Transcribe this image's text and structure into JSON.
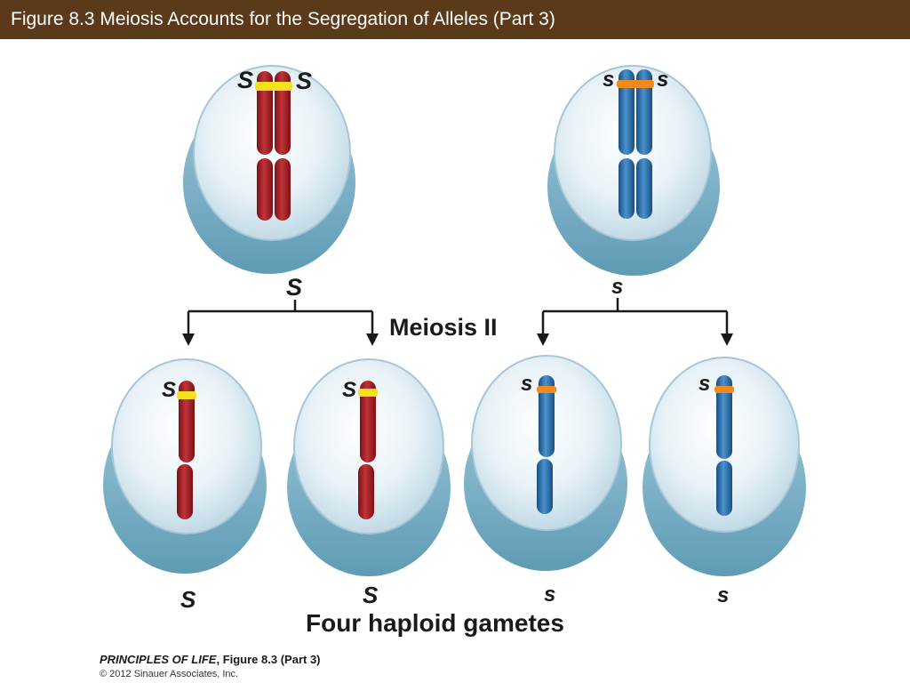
{
  "header": {
    "title": "Figure 8.3  Meiosis Accounts for the Segregation of Alleles (Part 3)"
  },
  "colors": {
    "header_bg": "#5b3a1c",
    "cell_base": "#7fb4c9",
    "cell_inner": "#dceaf2",
    "dominant_chromosome": "#a8232a",
    "recessive_chromosome": "#2f78b5",
    "dominant_band": "#f5e21c",
    "recessive_band": "#f08a1c"
  },
  "parent_cells": {
    "left": {
      "allele_left": "S",
      "allele_right": "S",
      "below": "S"
    },
    "right": {
      "allele_left": "s",
      "allele_right": "s",
      "below": "s"
    }
  },
  "process_label": "Meiosis II",
  "gametes": [
    {
      "allele_label": "S",
      "below": "S"
    },
    {
      "allele_label": "S",
      "below": "S"
    },
    {
      "allele_label": "s",
      "below": "s"
    },
    {
      "allele_label": "s",
      "below": "s"
    }
  ],
  "caption": "Four haploid gametes",
  "credit": {
    "book": "PRINCIPLES OF LIFE",
    "figure": ", Figure 8.3 (Part 3)",
    "copyright": "© 2012 Sinauer Associates, Inc."
  }
}
